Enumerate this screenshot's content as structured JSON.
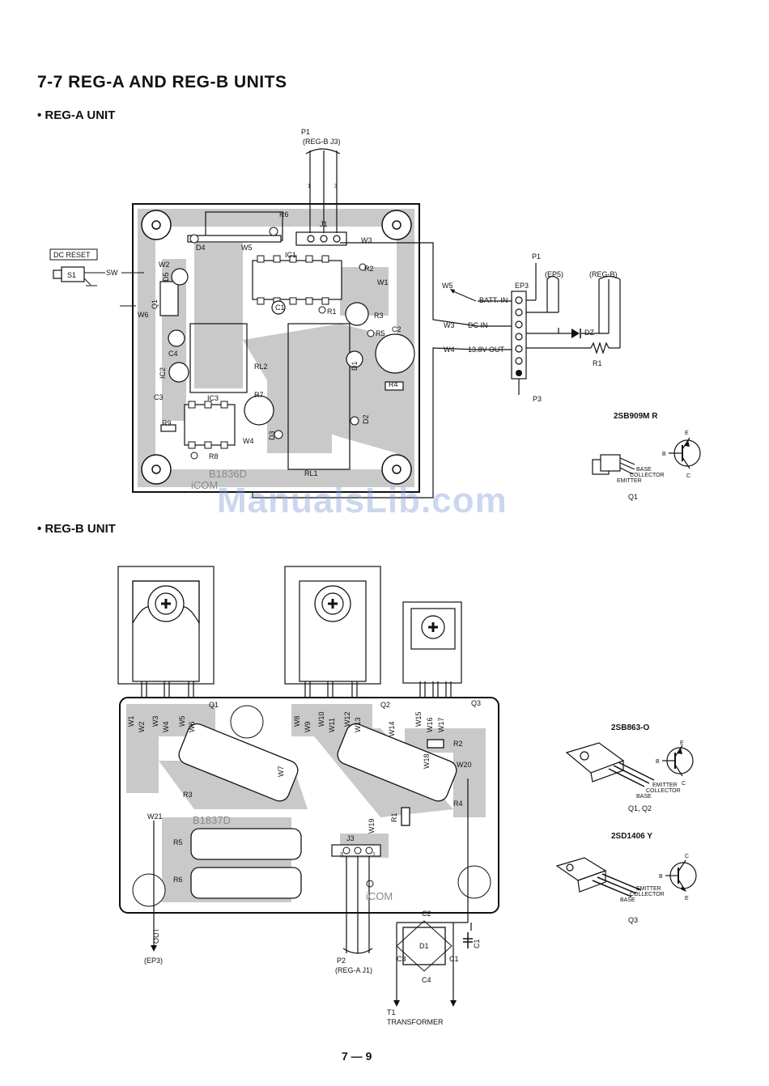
{
  "page": {
    "title": "7-7  REG-A AND REG-B UNITS",
    "page_number": "7 — 9",
    "watermark": "ManualsLib.com"
  },
  "reg_a": {
    "heading": "• REG-A UNIT",
    "board_code": "B1836D",
    "brand": "iCOM",
    "connector_p1": "P1",
    "connector_p1_sub": "(REG-B J3)",
    "connector_j1": "J1",
    "dc_reset_label": "DC RESET",
    "s1_label": "S1",
    "sw_label": "SW",
    "components": [
      "R6",
      "W5",
      "IC1",
      "D4",
      "W3",
      "W2",
      "D5",
      "R2",
      "W1",
      "C1",
      "R1",
      "R3",
      "R5",
      "C2",
      "Q1",
      "W6",
      "C4",
      "IC2",
      "RL2",
      "D1",
      "R4",
      "C3",
      "IC3",
      "R7",
      "R9",
      "D2",
      "W4",
      "D3",
      "R8",
      "RL1"
    ],
    "ep3": {
      "label": "EP3",
      "p1": "P1",
      "p3": "P3",
      "ep5": "(EP5)",
      "regb": "(REG-B)",
      "w5": "W5",
      "batt_in": "BATT. IN",
      "w3": "W3",
      "dc_in": "DC IN",
      "w4": "W4",
      "out": "13.8V OUT",
      "dz": "DZ",
      "r1": "R1"
    },
    "transistor": {
      "part": "2SB909M  R",
      "base": "BASE",
      "collector": "COLLECTOR",
      "emitter": "EMITTER",
      "ref": "Q1",
      "e": "E",
      "b": "B",
      "c": "C"
    }
  },
  "reg_b": {
    "heading": "• REG-B UNIT",
    "board_code": "B1837D",
    "brand": "iCOM",
    "wires": [
      "W1",
      "W2",
      "W3",
      "W4",
      "W5",
      "W6",
      "W7",
      "W8",
      "W9",
      "W10",
      "W11",
      "W12",
      "W13",
      "W14",
      "W15",
      "W16",
      "W17",
      "W18",
      "W19",
      "W20",
      "W21"
    ],
    "components": [
      "Q1",
      "Q2",
      "Q3",
      "R2",
      "R3",
      "R1",
      "R4",
      "R5",
      "R6",
      "J3",
      "D1",
      "C1",
      "C2",
      "C3",
      "C4"
    ],
    "out_label": "OUT",
    "ep3_label": "(EP3)",
    "p2_label": "P2",
    "p2_sub": "(REG-A J1)",
    "t1_label": "T1",
    "transformer_label": "TRANSFORMER",
    "transistor_a": {
      "part": "2SB863-O",
      "emitter": "EMITTER",
      "collector": "COLLECTOR",
      "base": "BASE",
      "ref": "Q1, Q2",
      "e": "E",
      "b": "B",
      "c": "C"
    },
    "transistor_b": {
      "part": "2SD1406  Y",
      "emitter": "EMITTER",
      "collector": "COLLECTOR",
      "base": "BASE",
      "ref": "Q3",
      "e": "E",
      "b": "B",
      "c": "C"
    }
  },
  "colors": {
    "trace": "#c8c8c8",
    "board_outline": "#111111",
    "ink": "#111111"
  }
}
